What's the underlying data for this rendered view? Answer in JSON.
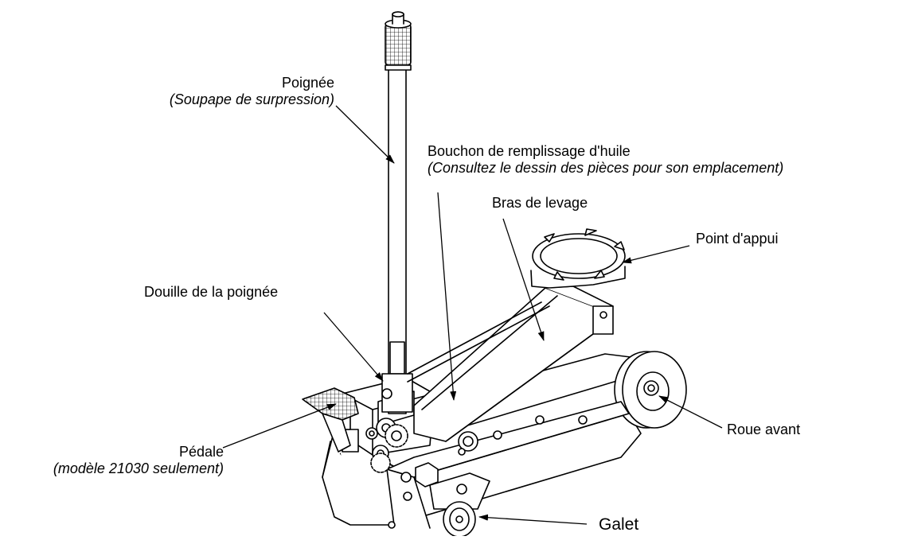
{
  "labels": {
    "poignee": {
      "title": "Poignée",
      "note": "(Soupape de surpression)"
    },
    "bouchon": {
      "title": "Bouchon de remplissage d'huile",
      "note": "(Consultez le dessin des pièces pour son emplacement)"
    },
    "bras": {
      "title": "Bras de levage"
    },
    "point_appui": {
      "title": "Point d'appui"
    },
    "douille": {
      "title": "Douille de la poignée"
    },
    "pedale": {
      "title": "Pédale",
      "note": "(modèle 21030 seulement)"
    },
    "roue_avant": {
      "title": "Roue avant"
    },
    "galet": {
      "title": "Galet"
    }
  }
}
